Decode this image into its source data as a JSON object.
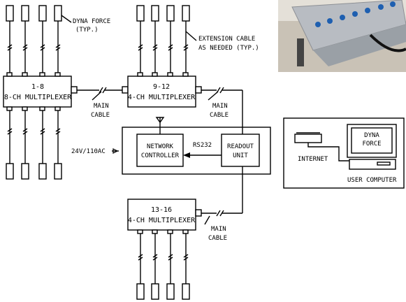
{
  "multiplexers": {
    "mux1": {
      "range": "1-8",
      "type": "8-CH MULTIPLEXER"
    },
    "mux2": {
      "range": "9-12",
      "type": "4-CH MULTIPLEXER"
    },
    "mux3": {
      "range": "13-16",
      "type": "4-CH MULTIPLEXER"
    }
  },
  "labels": {
    "dyna_force_1": "DYNA FORCE",
    "dyna_force_2": "(TYP.)",
    "extension_1": "EXTENSION CABLE",
    "extension_2": "AS NEEDED (TYP.)",
    "main_cable_a1": "MAIN",
    "main_cable_a2": "CABLE",
    "main_cable_b1": "MAIN",
    "main_cable_b2": "CABLE",
    "main_cable_c1": "MAIN",
    "main_cable_c2": "CABLE",
    "power": "24V/110AC",
    "network_1": "NETWORK",
    "network_2": "CONTROLLER",
    "rs232": "RS232",
    "readout_1": "READOUT",
    "readout_2": "UNIT",
    "internet": "INTERNET",
    "user_computer": "USER COMPUTER",
    "screen_1": "DYNA",
    "screen_2": "FORCE"
  },
  "photo": {
    "description_icon": "multiplexer-photo"
  }
}
